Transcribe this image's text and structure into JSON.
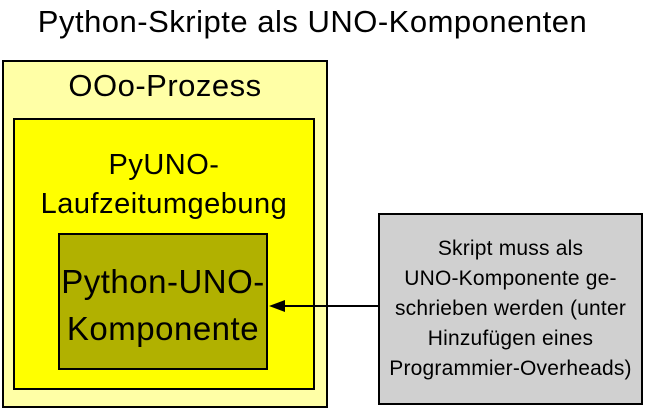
{
  "title": "Python-Skripte als UNO-Komponenten",
  "diagram": {
    "process_box": {
      "label": "OOo-Prozess",
      "fill": "#FFFFA6"
    },
    "runtime_box": {
      "lines": [
        "PyUNO-",
        "Laufzeitumgebung"
      ],
      "fill": "#FFFF00"
    },
    "component_box": {
      "lines": [
        "Python-UNO-",
        "Komponente"
      ],
      "fill": "#B1B100"
    },
    "note_box": {
      "lines": [
        "Skript muss als",
        "UNO-Komponente ge-",
        "schrieben werden (unter",
        "Hinzufügen eines",
        "Programmier-Overheads)"
      ],
      "fill": "#D0D0D0"
    },
    "arrow": {
      "direction": "left"
    }
  },
  "colors": {
    "background": "#FFFFFF",
    "border": "#000000",
    "text": "#000000"
  }
}
